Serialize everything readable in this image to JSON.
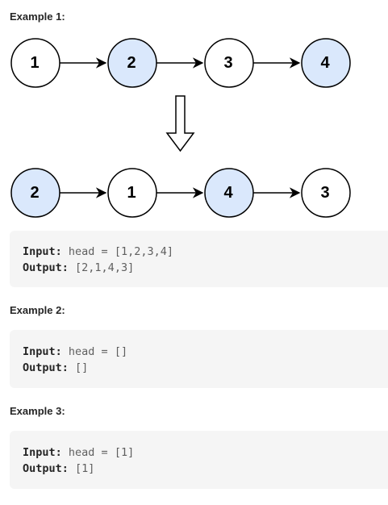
{
  "examples": [
    {
      "heading": "Example 1:",
      "input_label": "Input:",
      "input_value": "head = [1,2,3,4]",
      "output_label": "Output:",
      "output_value": "[2,1,4,3]"
    },
    {
      "heading": "Example 2:",
      "input_label": "Input:",
      "input_value": "head = []",
      "output_label": "Output:",
      "output_value": "[]"
    },
    {
      "heading": "Example 3:",
      "input_label": "Input:",
      "input_value": "head = [1]",
      "output_label": "Output:",
      "output_value": "[1]"
    }
  ],
  "diagram": {
    "before": [
      {
        "label": "1",
        "highlighted": false
      },
      {
        "label": "2",
        "highlighted": true
      },
      {
        "label": "3",
        "highlighted": false
      },
      {
        "label": "4",
        "highlighted": true
      }
    ],
    "after": [
      {
        "label": "2",
        "highlighted": true
      },
      {
        "label": "1",
        "highlighted": false
      },
      {
        "label": "4",
        "highlighted": true
      },
      {
        "label": "3",
        "highlighted": false
      }
    ],
    "colors": {
      "highlight_fill": "#dae8fc",
      "plain_fill": "#ffffff",
      "stroke": "#000000"
    }
  }
}
